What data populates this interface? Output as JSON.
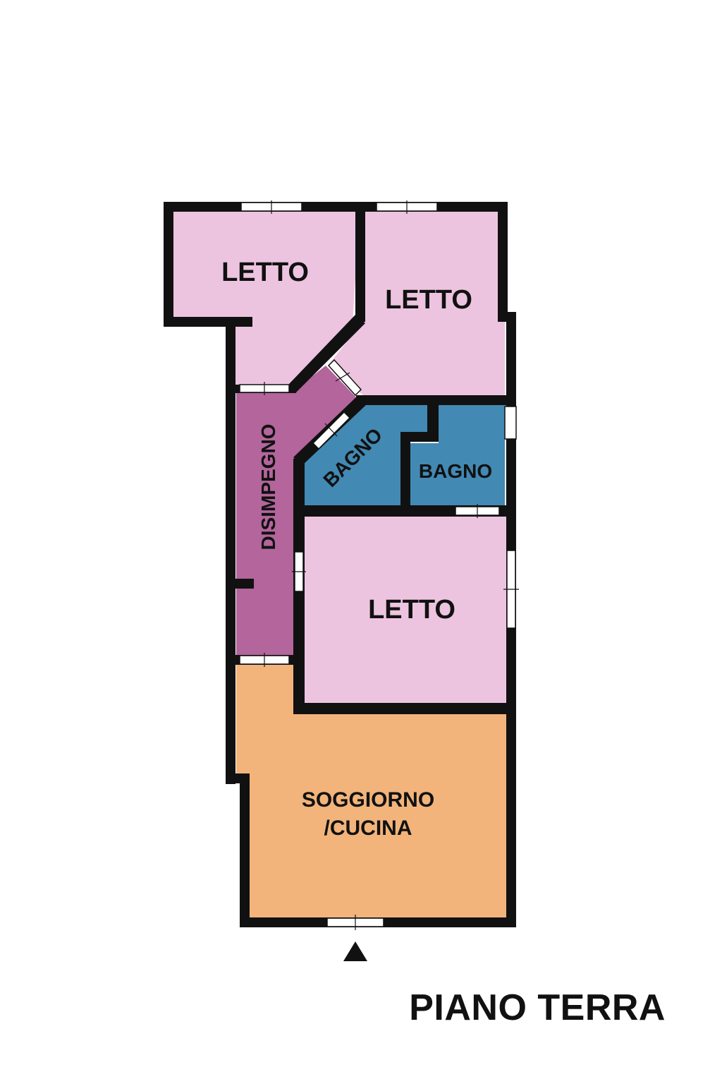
{
  "floor_title": "PIANO TERRA",
  "colors": {
    "bedroom": "#edc4df",
    "hallway": "#b3659c",
    "bathroom": "#4289b3",
    "living": "#f2b47b",
    "wall": "#111111"
  },
  "rooms": {
    "letto_top_left": "LETTO",
    "letto_top_right": "LETTO",
    "disimpegno": "DISIMPEGNO",
    "bagno_left": "BAGNO",
    "bagno_right": "BAGNO",
    "letto_middle": "LETTO",
    "soggiorno_line1": "SOGGIORNO",
    "soggiorno_line2": "/CUCINA"
  },
  "icons": {
    "entrance": "entrance-arrow-icon"
  }
}
